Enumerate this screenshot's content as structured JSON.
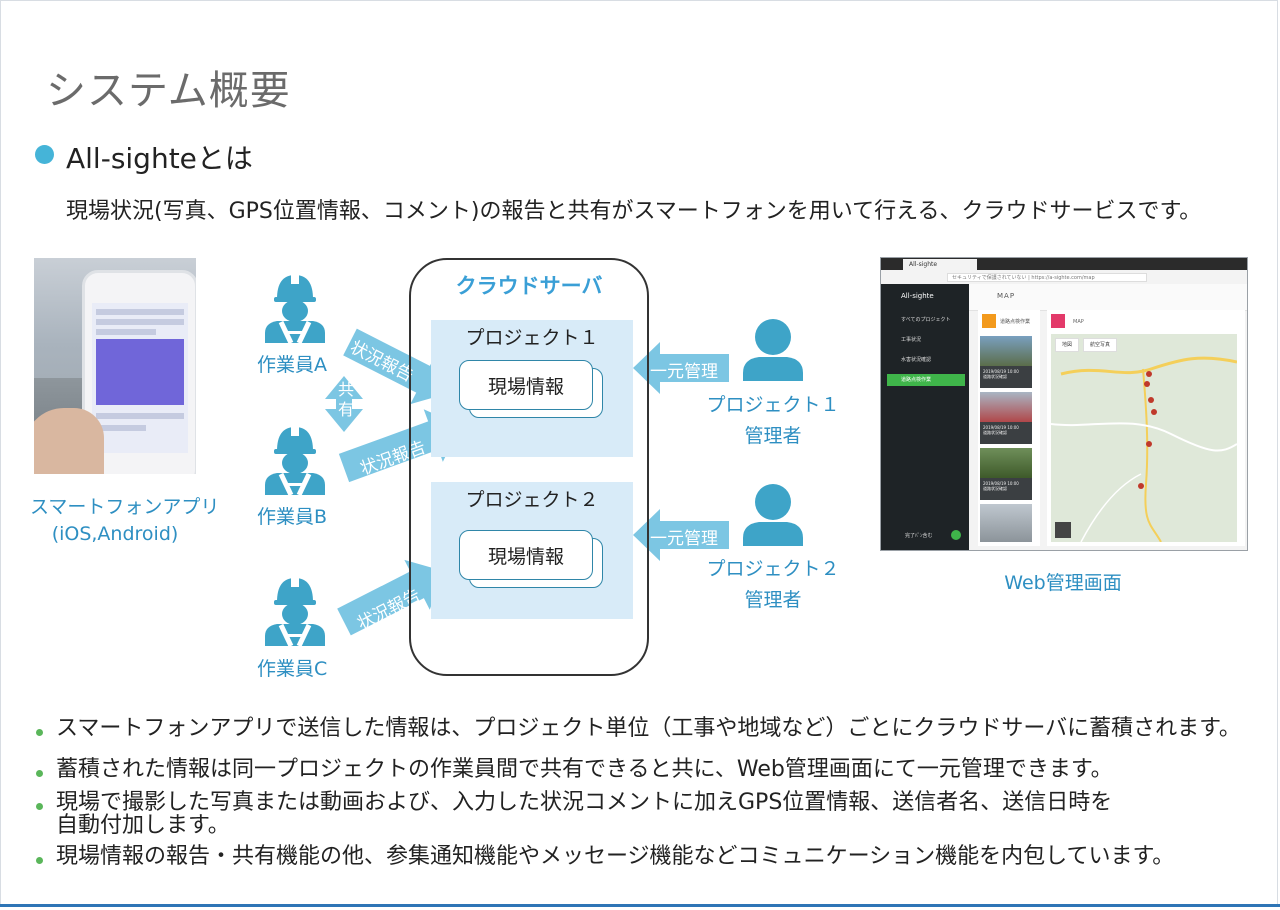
{
  "title": "システム概要",
  "heading": "All-sighteとは",
  "lead": "現場状況(写真、GPS位置情報、コメント)の報告と共有がスマートフォンを用いて行える、クラウドサービスです。",
  "left_caption": [
    "スマートフォンアプリ",
    "(iOS,Android)"
  ],
  "workers": [
    "作業員A",
    "作業員B",
    "作業員C"
  ],
  "share_label": [
    "共",
    "有"
  ],
  "report_label": "状況報告",
  "cloud_label": "クラウドサーバ",
  "projects": [
    {
      "title": "プロジェクト１",
      "card": "現場情報"
    },
    {
      "title": "プロジェクト２",
      "card": "現場情報"
    }
  ],
  "manage_label": "一元管理",
  "managers": [
    {
      "line1": "プロジェクト１",
      "line2": "管理者"
    },
    {
      "line1": "プロジェクト２",
      "line2": "管理者"
    }
  ],
  "web_caption": "Web管理画面",
  "web_screenshot": {
    "tab_title": "All-sighte",
    "url": "セキュリティで保護されていない | https://a-sighte.com/map",
    "app_name": "All-sighte",
    "page_title": "MAP",
    "sidebar_items": [
      "すべてのプロジェクト",
      "工事状況",
      "水害状況確認",
      "道路点検作業"
    ],
    "active_item": "道路点検作業",
    "sidebar_footer": "完了ﾊﾟﾝ含む",
    "list_header": "道路点検作業",
    "map_header": "MAP",
    "map_tabs": [
      "地図",
      "航空写真"
    ],
    "thumb_meta": [
      [
        "2019/08/19 10:00",
        "道路状況確認"
      ],
      [
        "2019/08/19 10:00",
        "道路状況確認"
      ],
      [
        "2019/08/19 10:00",
        "道路状況確認"
      ]
    ]
  },
  "bullets": [
    "スマートフォンアプリで送信した情報は、プロジェクト単位（工事や地域など）ごとにクラウドサーバに蓄積されます。",
    "蓄積された情報は同一プロジェクトの作業員間で共有できると共に、Web管理画面にて一元管理できます。",
    "現場で撮影した写真または動画および、入力した状況コメントに加えGPS位置情報、送信者名、送信日時を",
    "自動付加します。",
    "現場情報の報告・共有機能の他、参集通知機能やメッセージ機能などコミュニケーション機能を内包しています。"
  ],
  "colors": {
    "accent": "#45b4d8",
    "icon": "#3ea4c8",
    "label": "#2e8fc2",
    "cloud_title": "#3a9fd6",
    "project_bg": "#d8ebf8",
    "arrow": "#7cc6e3",
    "bullet_dot": "#5ab65a"
  },
  "icons": [
    "worker-helmet-icon",
    "manager-person-icon",
    "double-arrow-icon",
    "block-arrow-icon"
  ]
}
